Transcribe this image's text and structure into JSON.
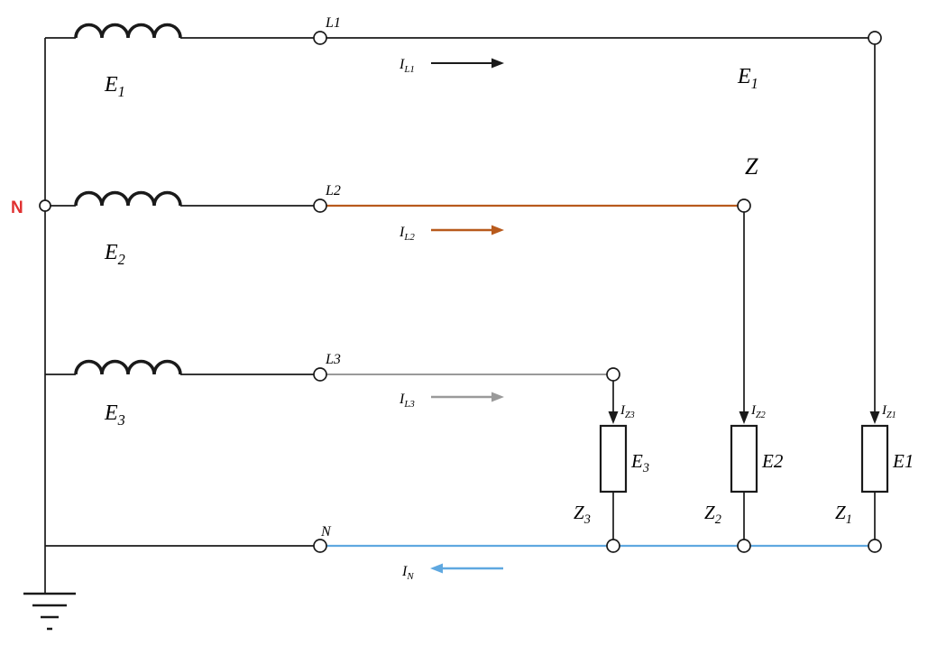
{
  "labels": {
    "neutral_point": "N",
    "line_l1": "L1",
    "line_l2": "L2",
    "line_l3": "L3",
    "line_n": "N",
    "source_e1": {
      "main": "E",
      "sub": "1"
    },
    "source_e2": {
      "main": "E",
      "sub": "2"
    },
    "source_e3": {
      "main": "E",
      "sub": "3"
    },
    "phase_e1": {
      "main": "E",
      "sub": "1"
    },
    "impedance_z": "Z",
    "current_il1": {
      "main": "I",
      "sub": "L1"
    },
    "current_il2": {
      "main": "I",
      "sub": "L2"
    },
    "current_il3": {
      "main": "I",
      "sub": "L3"
    },
    "current_in": {
      "main": "I",
      "sub": "N"
    },
    "current_iz1": {
      "main": "I",
      "sub": "Z1"
    },
    "current_iz2": {
      "main": "I",
      "sub": "Z2"
    },
    "current_iz3": {
      "main": "I",
      "sub": "Z3"
    },
    "load_z1": {
      "main": "Z",
      "sub": "1"
    },
    "load_z2": {
      "main": "Z",
      "sub": "2"
    },
    "load_z3": {
      "main": "Z",
      "sub": "3"
    },
    "load_e1": "E1",
    "load_e2": "E2",
    "load_e3": {
      "main": "E",
      "sub": "3"
    }
  },
  "colors": {
    "wire": "#1a1a1a",
    "phase_l2": "#b85a1c",
    "phase_l3": "#9a9a9a",
    "neutral": "#5fa8e0",
    "neutral_point_label": "#e03030"
  }
}
